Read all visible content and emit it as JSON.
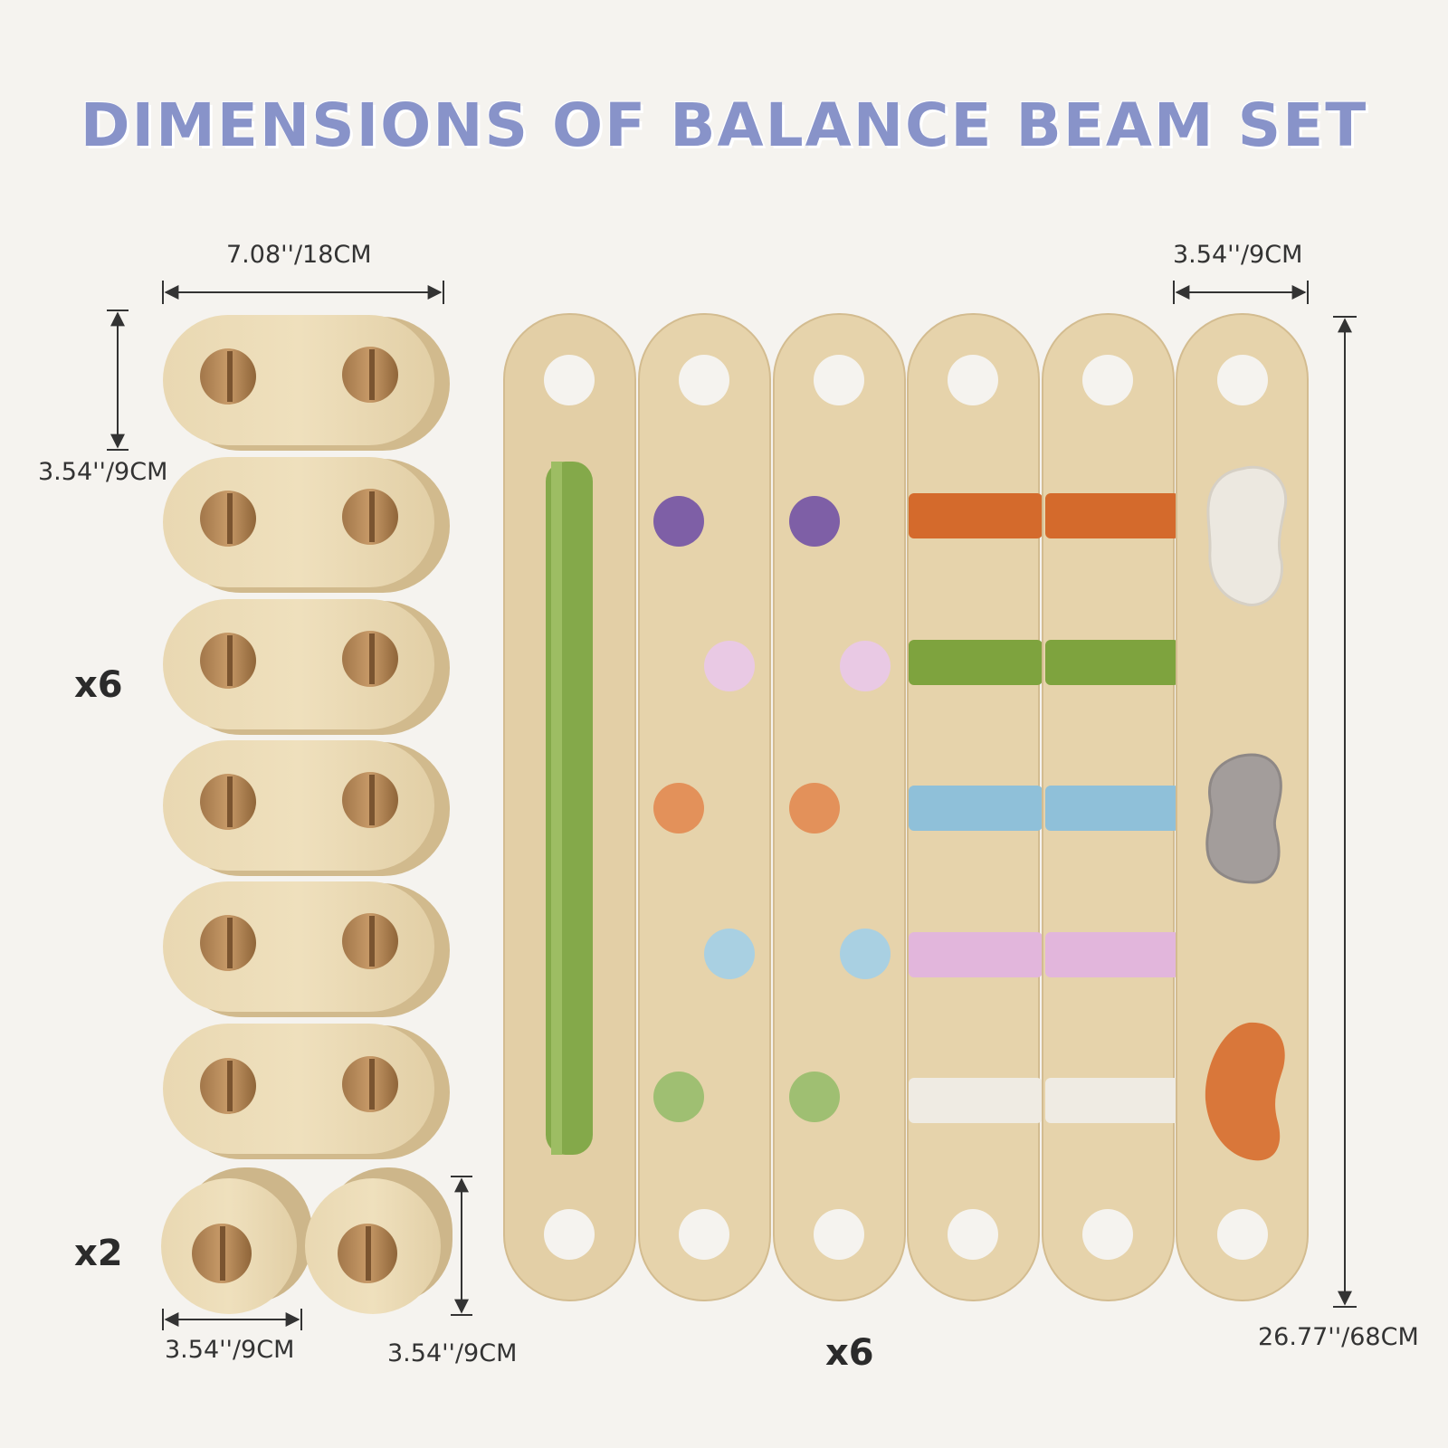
{
  "title": "DIMENSIONS OF BALANCE BEAM SET",
  "dimensions": {
    "connector_width": "7.08''/18CM",
    "connector_height": "3.54''/9CM",
    "beam_width": "3.54''/9CM",
    "beam_length": "26.77''/68CM",
    "foot_width": "3.54''/9CM",
    "foot_height": "3.54''/9CM"
  },
  "quantities": {
    "connectors": "x6",
    "feet": "x2",
    "beams": "x6"
  },
  "colors": {
    "title": "#8893c9",
    "wood": "#e6d5b0",
    "wood_side": "#cdb68a",
    "peg_purple": "#7e5fa6",
    "peg_pink": "#e9c9e4",
    "peg_orange": "#e3915a",
    "peg_blue": "#a9d0e2",
    "peg_green": "#9fbf72",
    "bar_orange": "#d46a2c",
    "bar_green": "#7ea33e",
    "bar_blue": "#8fc0d9",
    "bar_pink": "#e2b6dc",
    "bar_white": "#efebe3",
    "rail_green": "#84a94a",
    "stone_white": "#ece8e0",
    "stone_gray": "#a39d9b",
    "stone_orange": "#d9773a"
  }
}
